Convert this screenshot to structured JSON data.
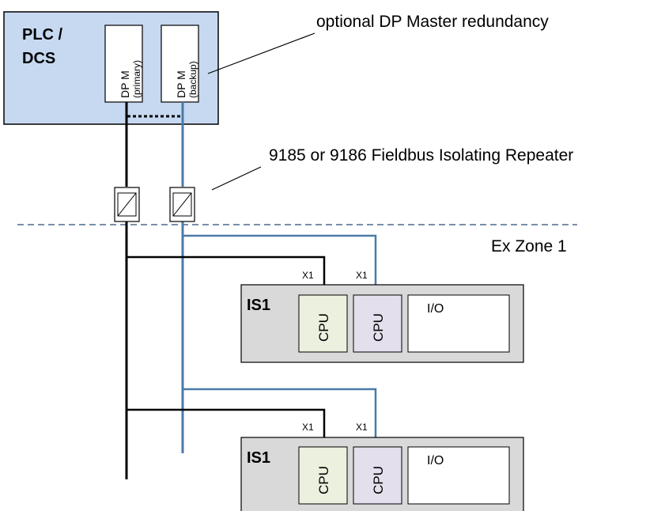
{
  "plc": {
    "line1": "PLC /",
    "line2": "DCS"
  },
  "masters": [
    {
      "line1": "DP M",
      "line2": "(primary)"
    },
    {
      "line1": "DP M",
      "line2": "(backup)"
    }
  ],
  "annotations": {
    "redundancy": "optional DP Master redundancy",
    "repeater": "9185 or 9186 Fieldbus Isolating Repeater",
    "zone": "Ex Zone 1"
  },
  "stations": [
    {
      "name": "IS1",
      "cpu_primary": "CPU",
      "cpu_backup": "CPU",
      "io": "I/O",
      "x1_primary": "X1",
      "x1_backup": "X1"
    },
    {
      "name": "IS1",
      "cpu_primary": "CPU",
      "cpu_backup": "CPU",
      "io": "I/O",
      "x1_primary": "X1",
      "x1_backup": "X1"
    }
  ],
  "colors": {
    "plc_fill": "#c6d9f1",
    "station_fill": "#d9d9d9",
    "cpu_primary_fill": "#ebf1de",
    "cpu_backup_fill": "#e4dfec",
    "primary_line": "#000000",
    "backup_line": "#4a7aa8"
  }
}
